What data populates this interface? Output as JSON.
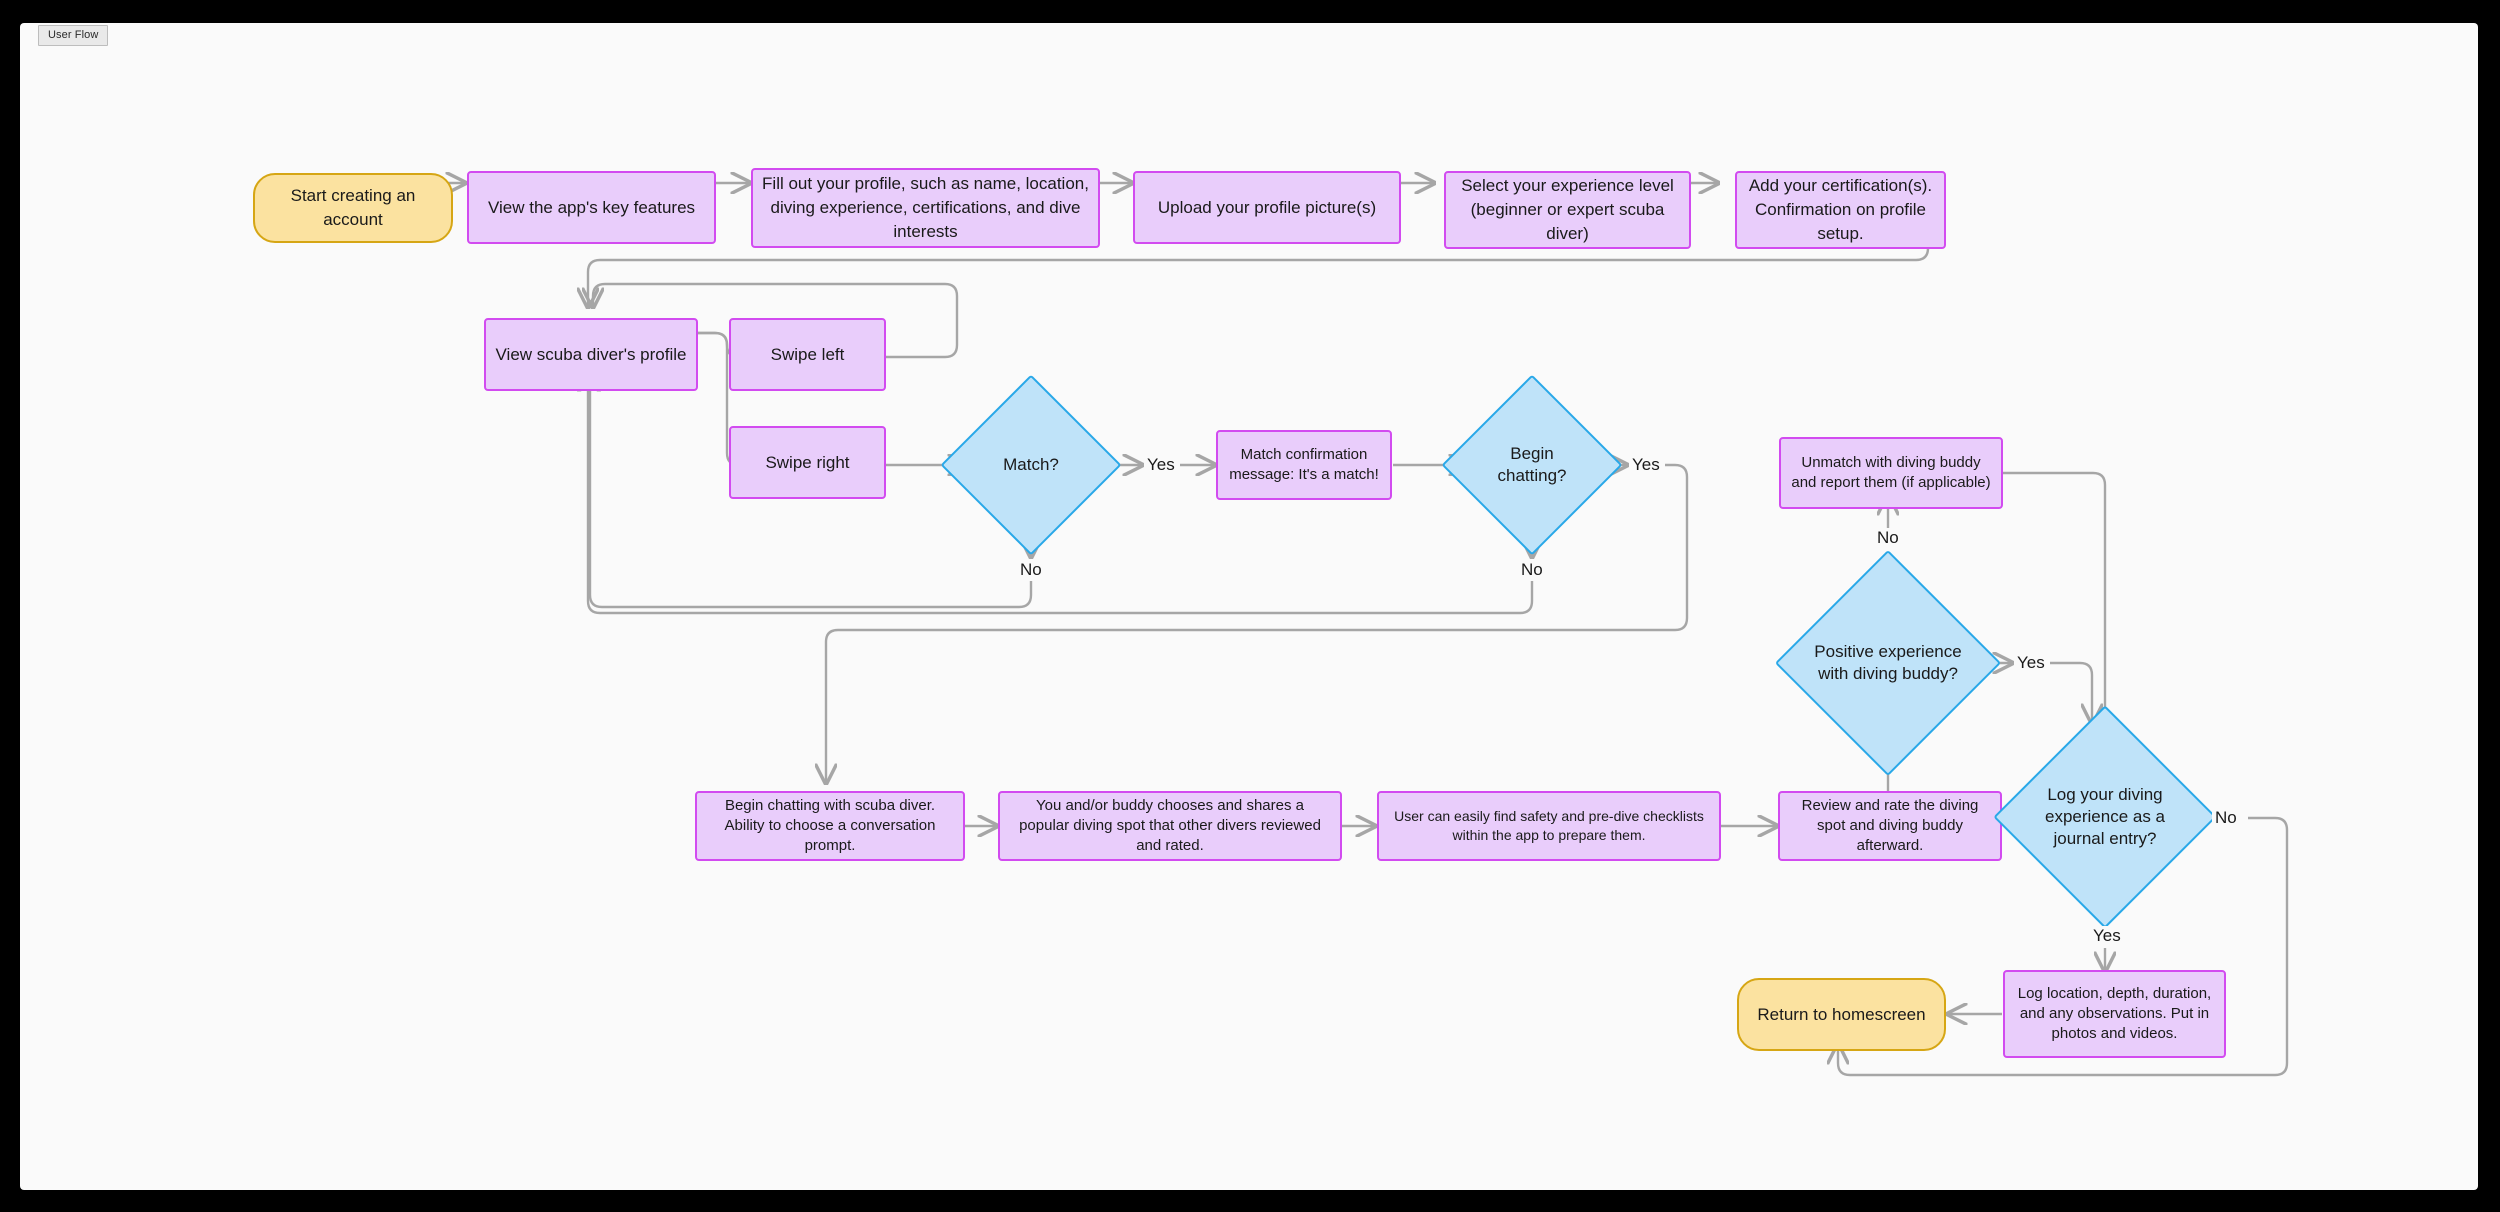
{
  "frame": {
    "label": "User Flow"
  },
  "colors": {
    "canvas_bg": "#FAFAFA",
    "page_bg": "#000000",
    "process_fill": "#E9CDFB",
    "process_stroke": "#D24BF0",
    "terminator_fill": "#FBE2A0",
    "terminator_stroke": "#D6A614",
    "decision_fill": "#BFE3F9",
    "decision_stroke": "#29A8E8",
    "connector": "#A6A6A6",
    "text": "#1A1A1A"
  },
  "nodes": {
    "start_account": {
      "text": "Start creating an account",
      "type": "terminator"
    },
    "key_features": {
      "text": "View the app's key features",
      "type": "process"
    },
    "fill_profile": {
      "text": "Fill out your profile, such as name, location, diving experience, certifications, and dive interests",
      "type": "process"
    },
    "upload_picture": {
      "text": "Upload your profile picture(s)",
      "type": "process"
    },
    "experience_level": {
      "text": "Select your experience level (beginner or expert scuba diver)",
      "type": "process"
    },
    "add_certification": {
      "text": "Add your certification(s). Confirmation on profile setup.",
      "type": "process"
    },
    "view_profile": {
      "text": "View scuba diver's profile",
      "type": "process"
    },
    "swipe_left": {
      "text": "Swipe left",
      "type": "process"
    },
    "swipe_right": {
      "text": "Swipe right",
      "type": "process"
    },
    "match_q": {
      "text": "Match?",
      "type": "decision"
    },
    "match_confirmation": {
      "text": "Match confirmation message: It's a match!",
      "type": "process"
    },
    "begin_chatting_q": {
      "text": "Begin chatting?",
      "type": "decision"
    },
    "unmatch": {
      "text": "Unmatch with diving buddy and report them (if applicable)",
      "type": "process"
    },
    "positive_experience_q": {
      "text": "Positive experience with diving buddy?",
      "type": "decision"
    },
    "begin_chatting": {
      "text": "Begin chatting with scuba diver. Ability to choose a conversation prompt.",
      "type": "process"
    },
    "choose_spot": {
      "text": "You and/or buddy chooses and shares a popular diving spot that other divers reviewed and rated.",
      "type": "process"
    },
    "safety_checklists": {
      "text": "User can easily find safety and pre-dive checklists within the app to prepare them.",
      "type": "process"
    },
    "review_rate": {
      "text": "Review and rate the diving spot and diving buddy afterward.",
      "type": "process"
    },
    "journal_entry_q": {
      "text": "Log your diving experience as a journal entry?",
      "type": "decision"
    },
    "log_details": {
      "text": "Log location, depth, duration, and any observations. Put in photos and videos.",
      "type": "process"
    },
    "return_home": {
      "text": "Return to homescreen",
      "type": "terminator"
    }
  },
  "edge_labels": {
    "match_yes": "Yes",
    "match_no": "No",
    "chatting_yes": "Yes",
    "chatting_no": "No",
    "positive_no": "No",
    "positive_yes": "Yes",
    "journal_no": "No",
    "journal_yes": "Yes"
  }
}
